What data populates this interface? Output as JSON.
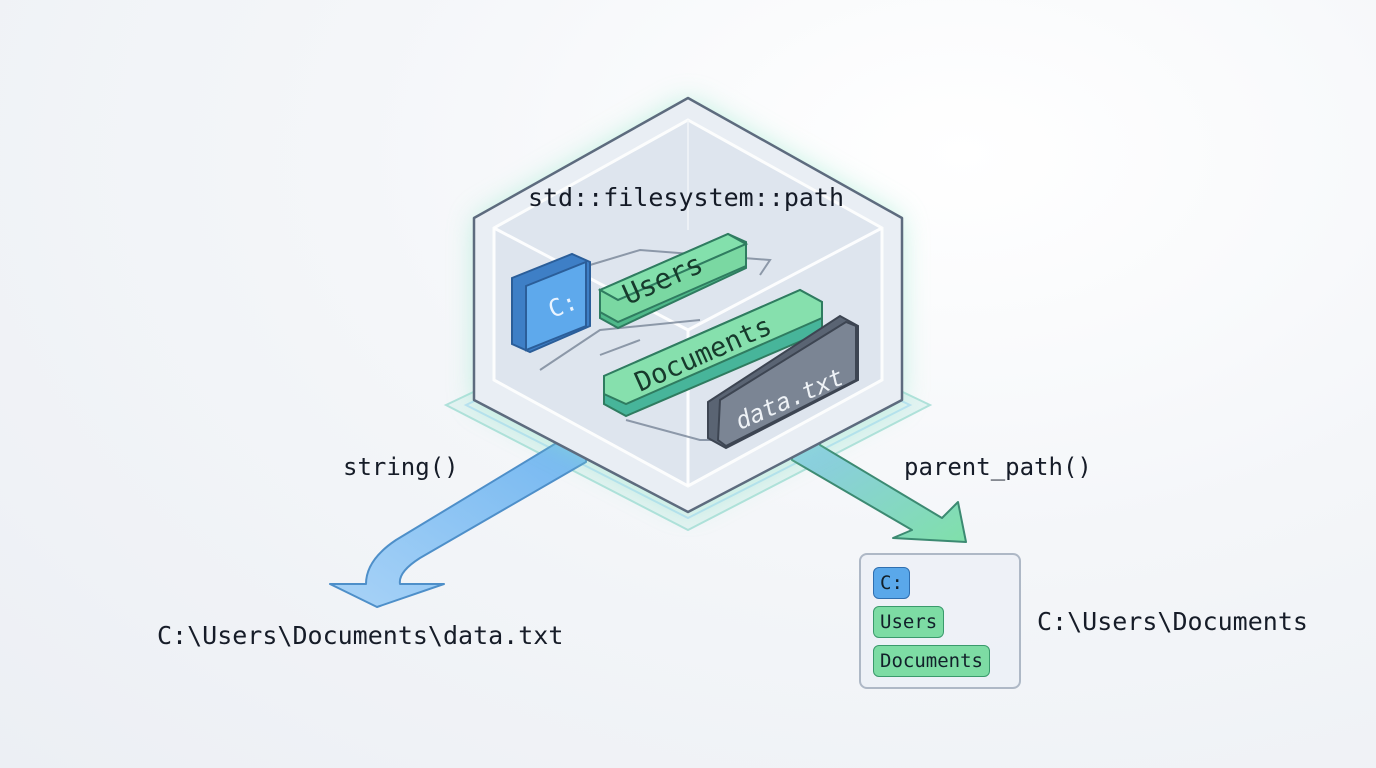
{
  "diagram": {
    "title": "std::filesystem::path",
    "components": [
      {
        "label": "C:",
        "kind": "root",
        "color": "#5aa8ea"
      },
      {
        "label": "Users",
        "kind": "directory",
        "color": "#7ddca4"
      },
      {
        "label": "Documents",
        "kind": "directory",
        "color": "#7ddca4"
      },
      {
        "label": "data.txt",
        "kind": "file",
        "color": "#7b8594"
      }
    ],
    "operations": [
      {
        "name": "string()",
        "result": "C:\\Users\\Documents\\data.txt",
        "arrow_color": "#8cc4f2"
      },
      {
        "name": "parent_path()",
        "result": "C:\\Users\\Documents",
        "arrow_color": "#86dfae",
        "result_components": [
          "C:",
          "Users",
          "Documents"
        ]
      }
    ]
  }
}
